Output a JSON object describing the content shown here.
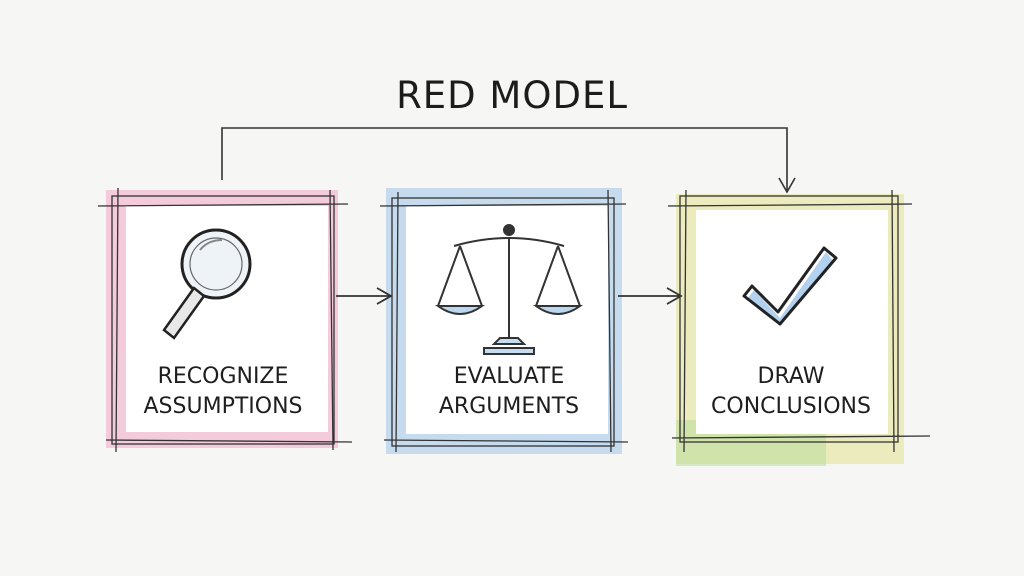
{
  "title": "RED MODEL",
  "steps": [
    {
      "line1": "RECOGNIZE",
      "line2": "ASSUMPTIONS",
      "icon": "magnifying-glass-icon",
      "color": "#f2a7c6"
    },
    {
      "line1": "EVALUATE",
      "line2": "ARGUMENTS",
      "icon": "balance-scale-icon",
      "color": "#9ec6ea"
    },
    {
      "line1": "DRAW",
      "line2": "CONCLUSIONS",
      "icon": "checkmark-icon",
      "color": "#e6e49a"
    }
  ],
  "accent_green": "#b8dc9a"
}
